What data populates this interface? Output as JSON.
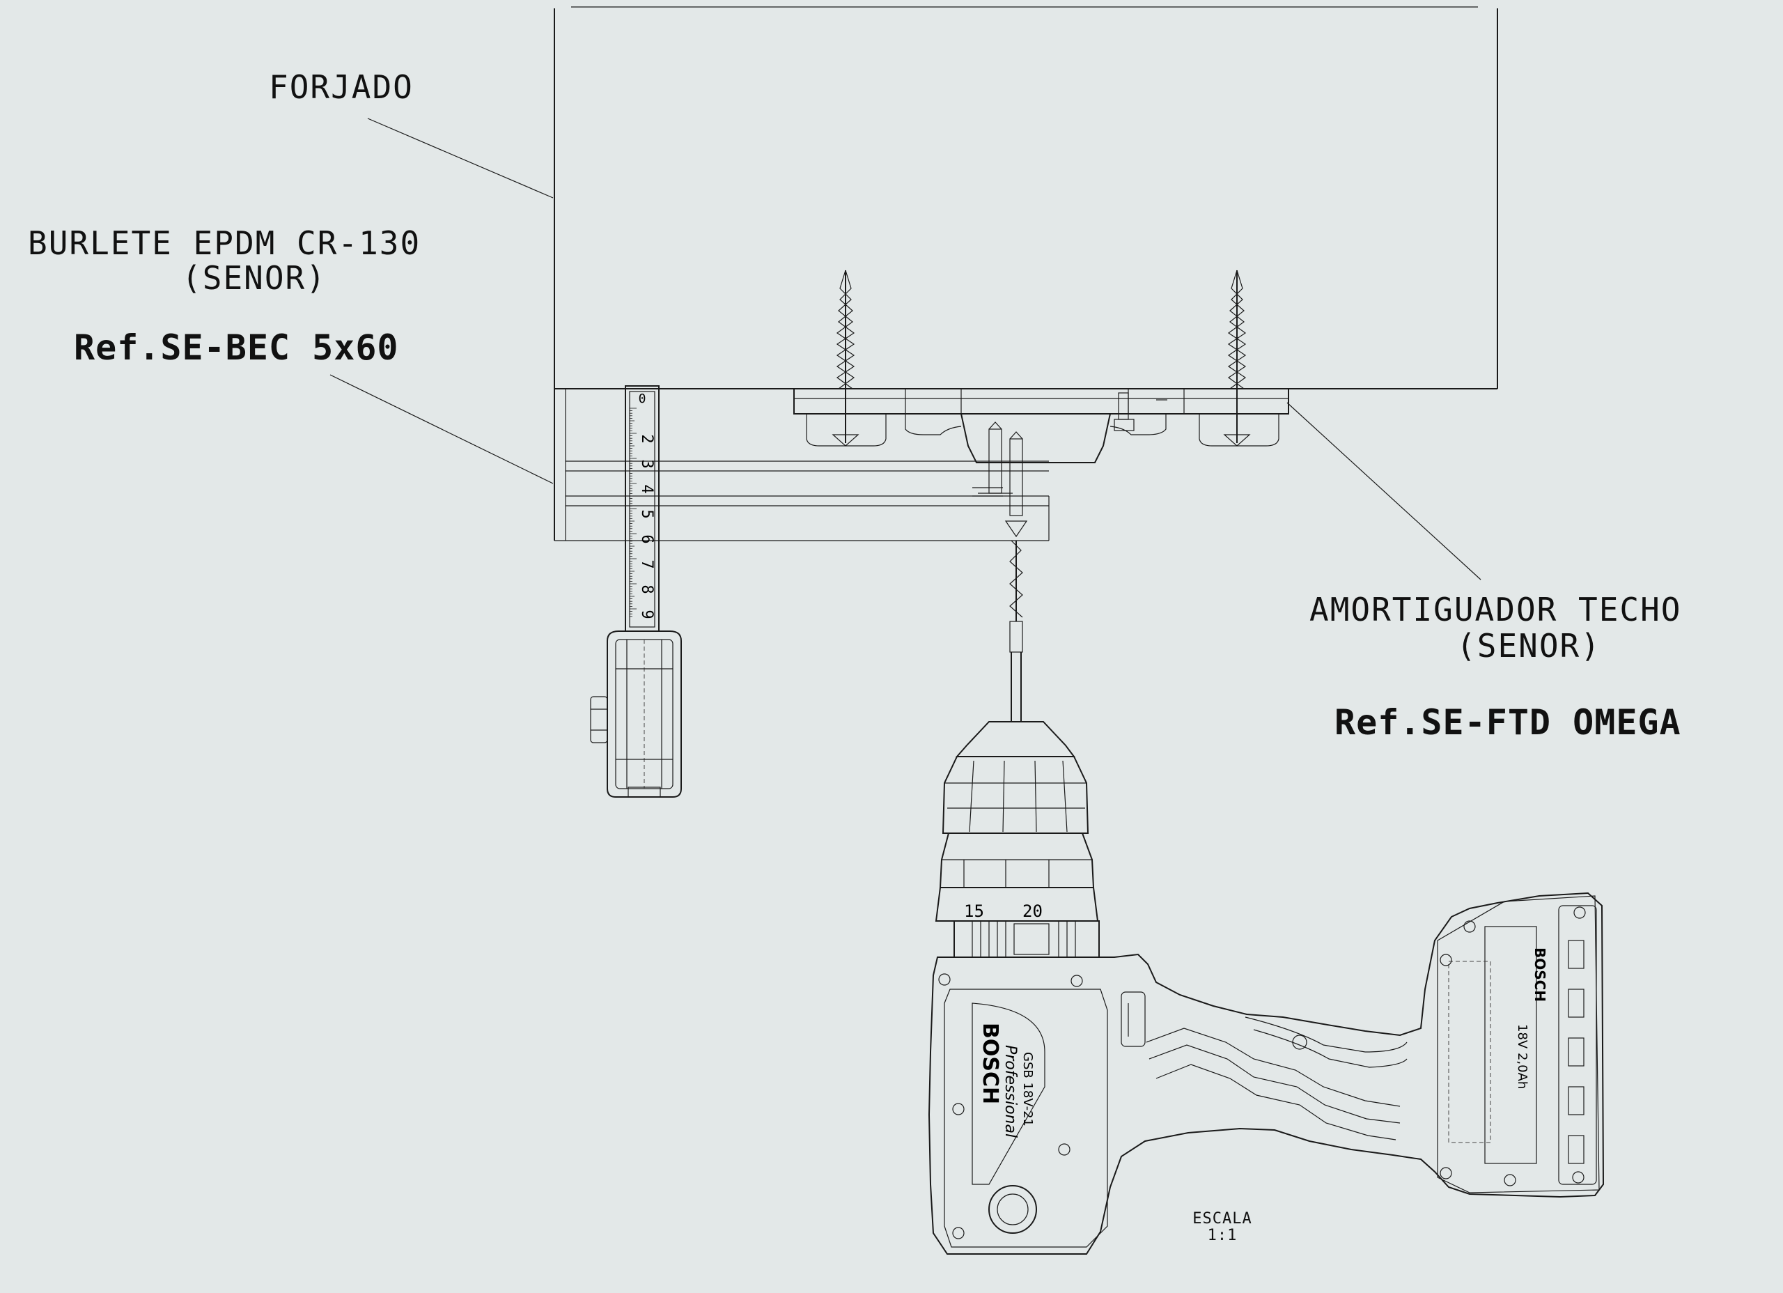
{
  "labels": {
    "slab": "FORJADO",
    "gasket_name": "BURLETE EPDM CR-130",
    "gasket_brand": "(SENOR)",
    "gasket_ref": "Ref.SE-BEC 5x60",
    "damper_name": "AMORTIGUADOR TECHO",
    "damper_brand": "(SENOR)",
    "damper_ref": "Ref.SE-FTD OMEGA",
    "scale_title": "ESCALA",
    "scale_value": "1:1"
  },
  "tape_marks": [
    "0",
    "2",
    "3",
    "4",
    "5",
    "6",
    "7",
    "8",
    "9"
  ],
  "drill_markings": {
    "brand": "BOSCH",
    "line": "Professional",
    "model": "GSB 18V-21",
    "battery_brand": "BOSCH",
    "battery_spec": "18V 2,0Ah",
    "torque_high": "20",
    "torque_low": "15"
  },
  "icons": {
    "tape_measure": "tape-measure-icon",
    "drill": "cordless-drill-icon",
    "screw": "screw-icon"
  },
  "colors": {
    "background": "#e3e8e8",
    "ink": "#1a1a1a"
  }
}
